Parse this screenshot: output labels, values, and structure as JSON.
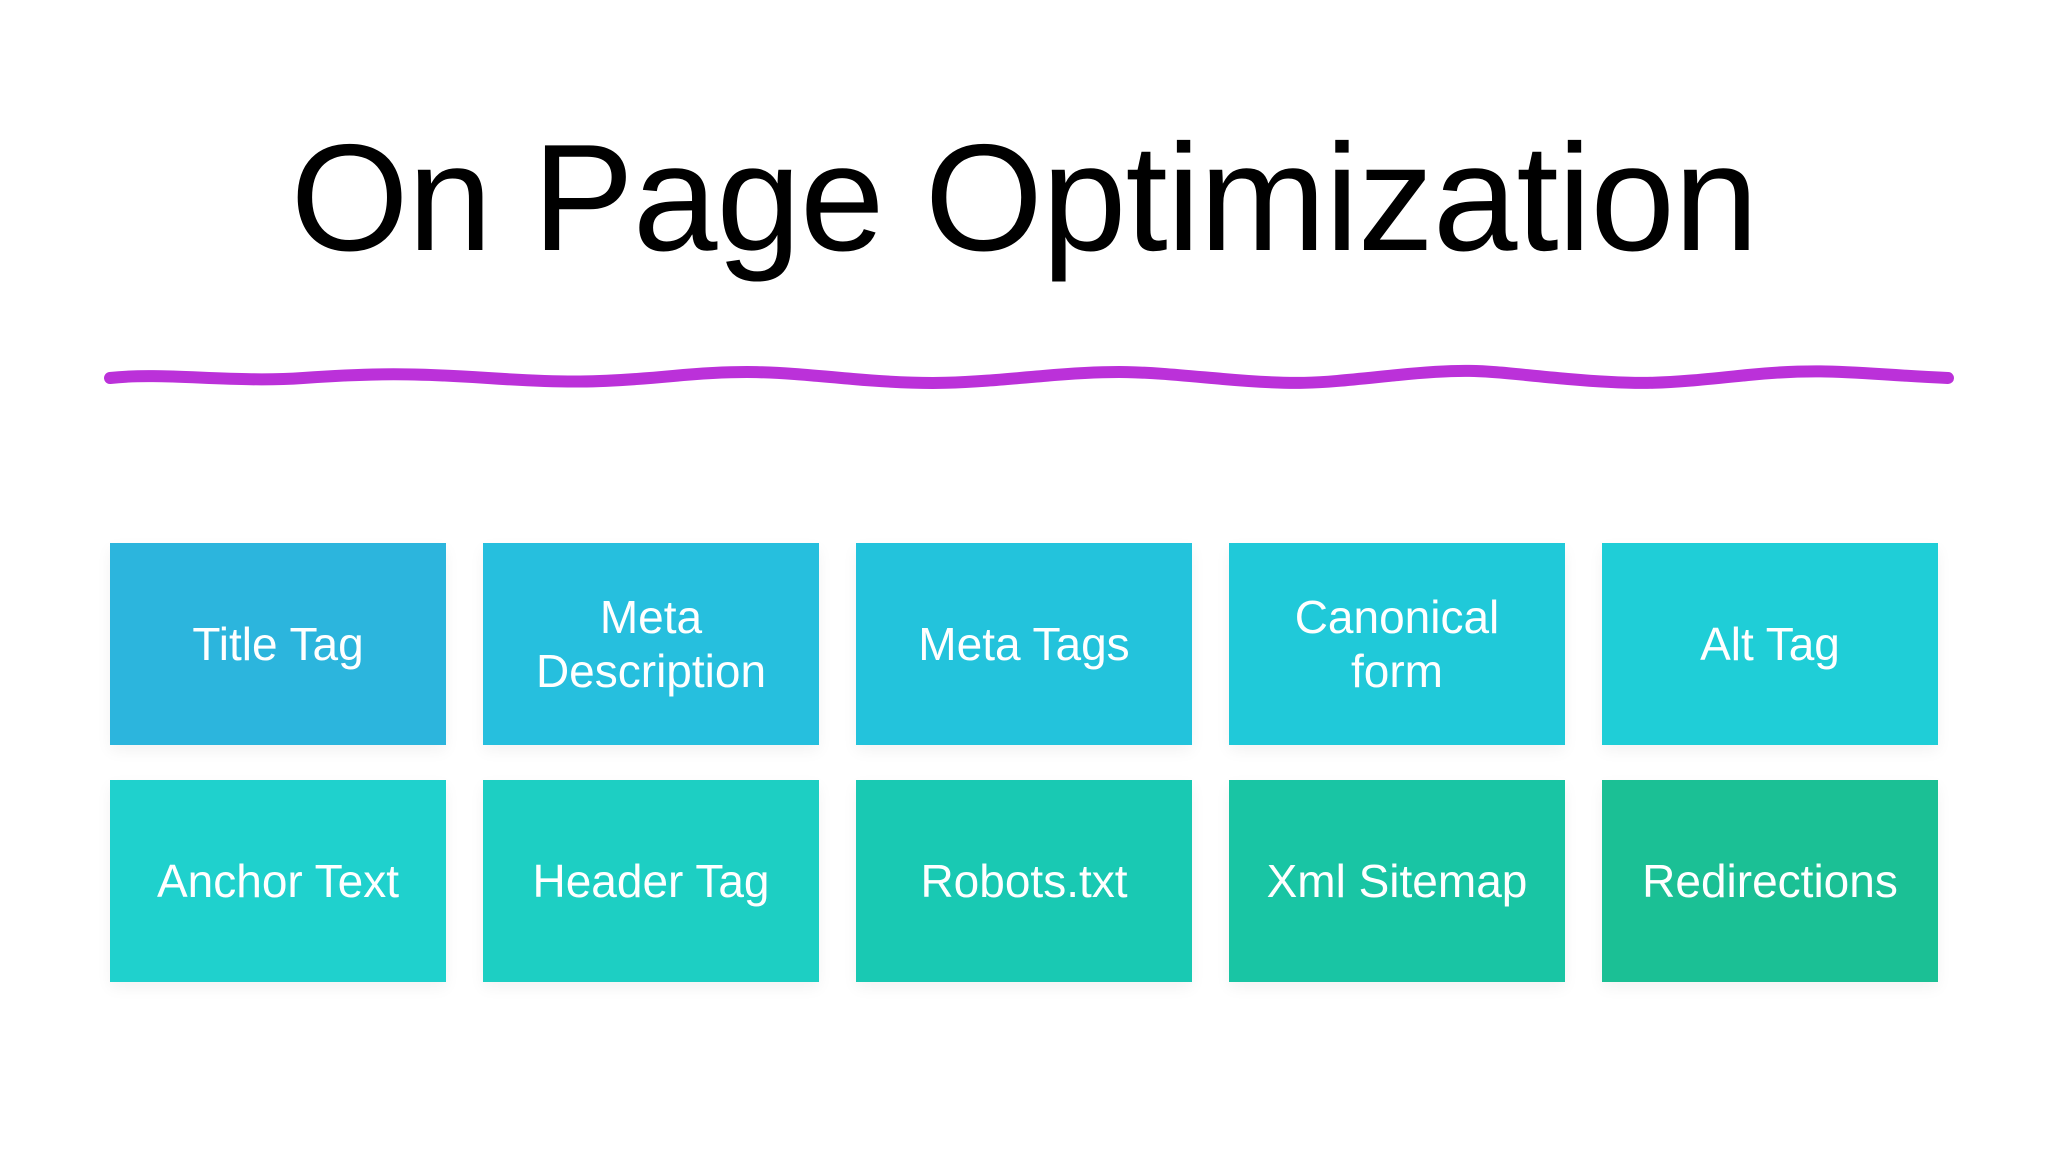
{
  "slide": {
    "title": "On Page Optimization"
  },
  "divider": {
    "color": "#bb31d9"
  },
  "colors": {
    "background": "#ffffff",
    "title_text": "#000000",
    "box_text": "#ffffff"
  },
  "boxes": {
    "rows": 2,
    "columns": 5,
    "items": [
      {
        "label": "Title Tag",
        "color": "#2cb5dd"
      },
      {
        "label": "Meta Description",
        "color": "#26bfde"
      },
      {
        "label": "Meta Tags",
        "color": "#23c3dc"
      },
      {
        "label": "Canonical form",
        "color": "#20c9d9"
      },
      {
        "label": "Alt Tag",
        "color": "#1fced7"
      },
      {
        "label": "Anchor Text",
        "color": "#1fd1cd"
      },
      {
        "label": "Header Tag",
        "color": "#1dcfc3"
      },
      {
        "label": "Robots.txt",
        "color": "#19c9b3"
      },
      {
        "label": "Xml Sitemap",
        "color": "#19c5a4"
      },
      {
        "label": "Redirections",
        "color": "#1bc095"
      }
    ]
  }
}
